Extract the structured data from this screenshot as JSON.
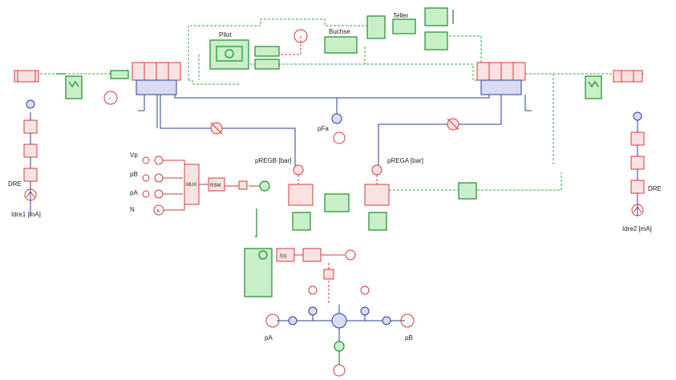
{
  "labels": {
    "pilot": "Pilot",
    "buchse": "Buchse",
    "teller": "Teller",
    "pfa": "pFa",
    "pregb": "pREGB [bar]",
    "prega": "pREGA [bar]",
    "dre_left": "DRE",
    "dre_right": "DRE",
    "idre1": "Idre1 [mA]",
    "idre2": "Idre2 [mA]",
    "vp": "Vp",
    "pb_in": "pB",
    "pa_in": "pA",
    "n_in": "N",
    "rsm": "RSM",
    "fx": "f(x)",
    "pa_bottom": "pA",
    "pb_bottom": "pB",
    "mux": "MUX",
    "k": "k"
  },
  "colors": {
    "signal": "#d43a3a",
    "mechanical": "#1e8c2a",
    "hydraulic": "#2a3f9a"
  }
}
